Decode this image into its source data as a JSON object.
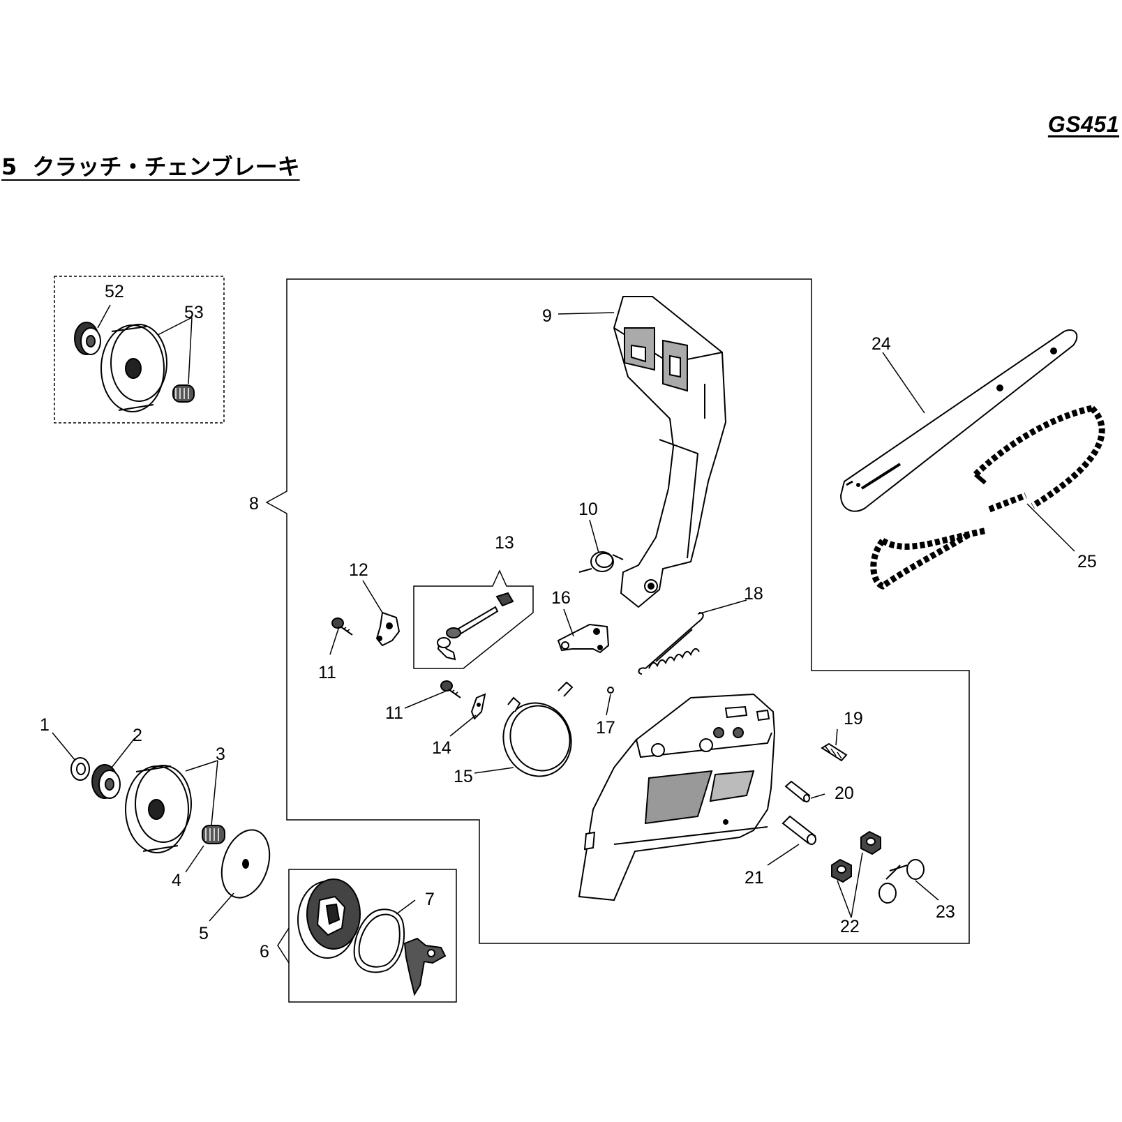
{
  "header": {
    "model": "GS451",
    "section_title": "5  クラッチ・チェンブレーキ"
  },
  "callouts": {
    "c1": "1",
    "c2": "2",
    "c3": "3",
    "c4": "4",
    "c5": "5",
    "c6": "6",
    "c7": "7",
    "c8": "8",
    "c9": "9",
    "c10": "10",
    "c11a": "11",
    "c11b": "11",
    "c12": "12",
    "c13": "13",
    "c14": "14",
    "c15": "15",
    "c16": "16",
    "c17": "17",
    "c18": "18",
    "c19": "19",
    "c20": "20",
    "c21": "21",
    "c22": "22",
    "c23": "23",
    "c24": "24",
    "c25": "25",
    "c52": "52",
    "c53": "53"
  }
}
